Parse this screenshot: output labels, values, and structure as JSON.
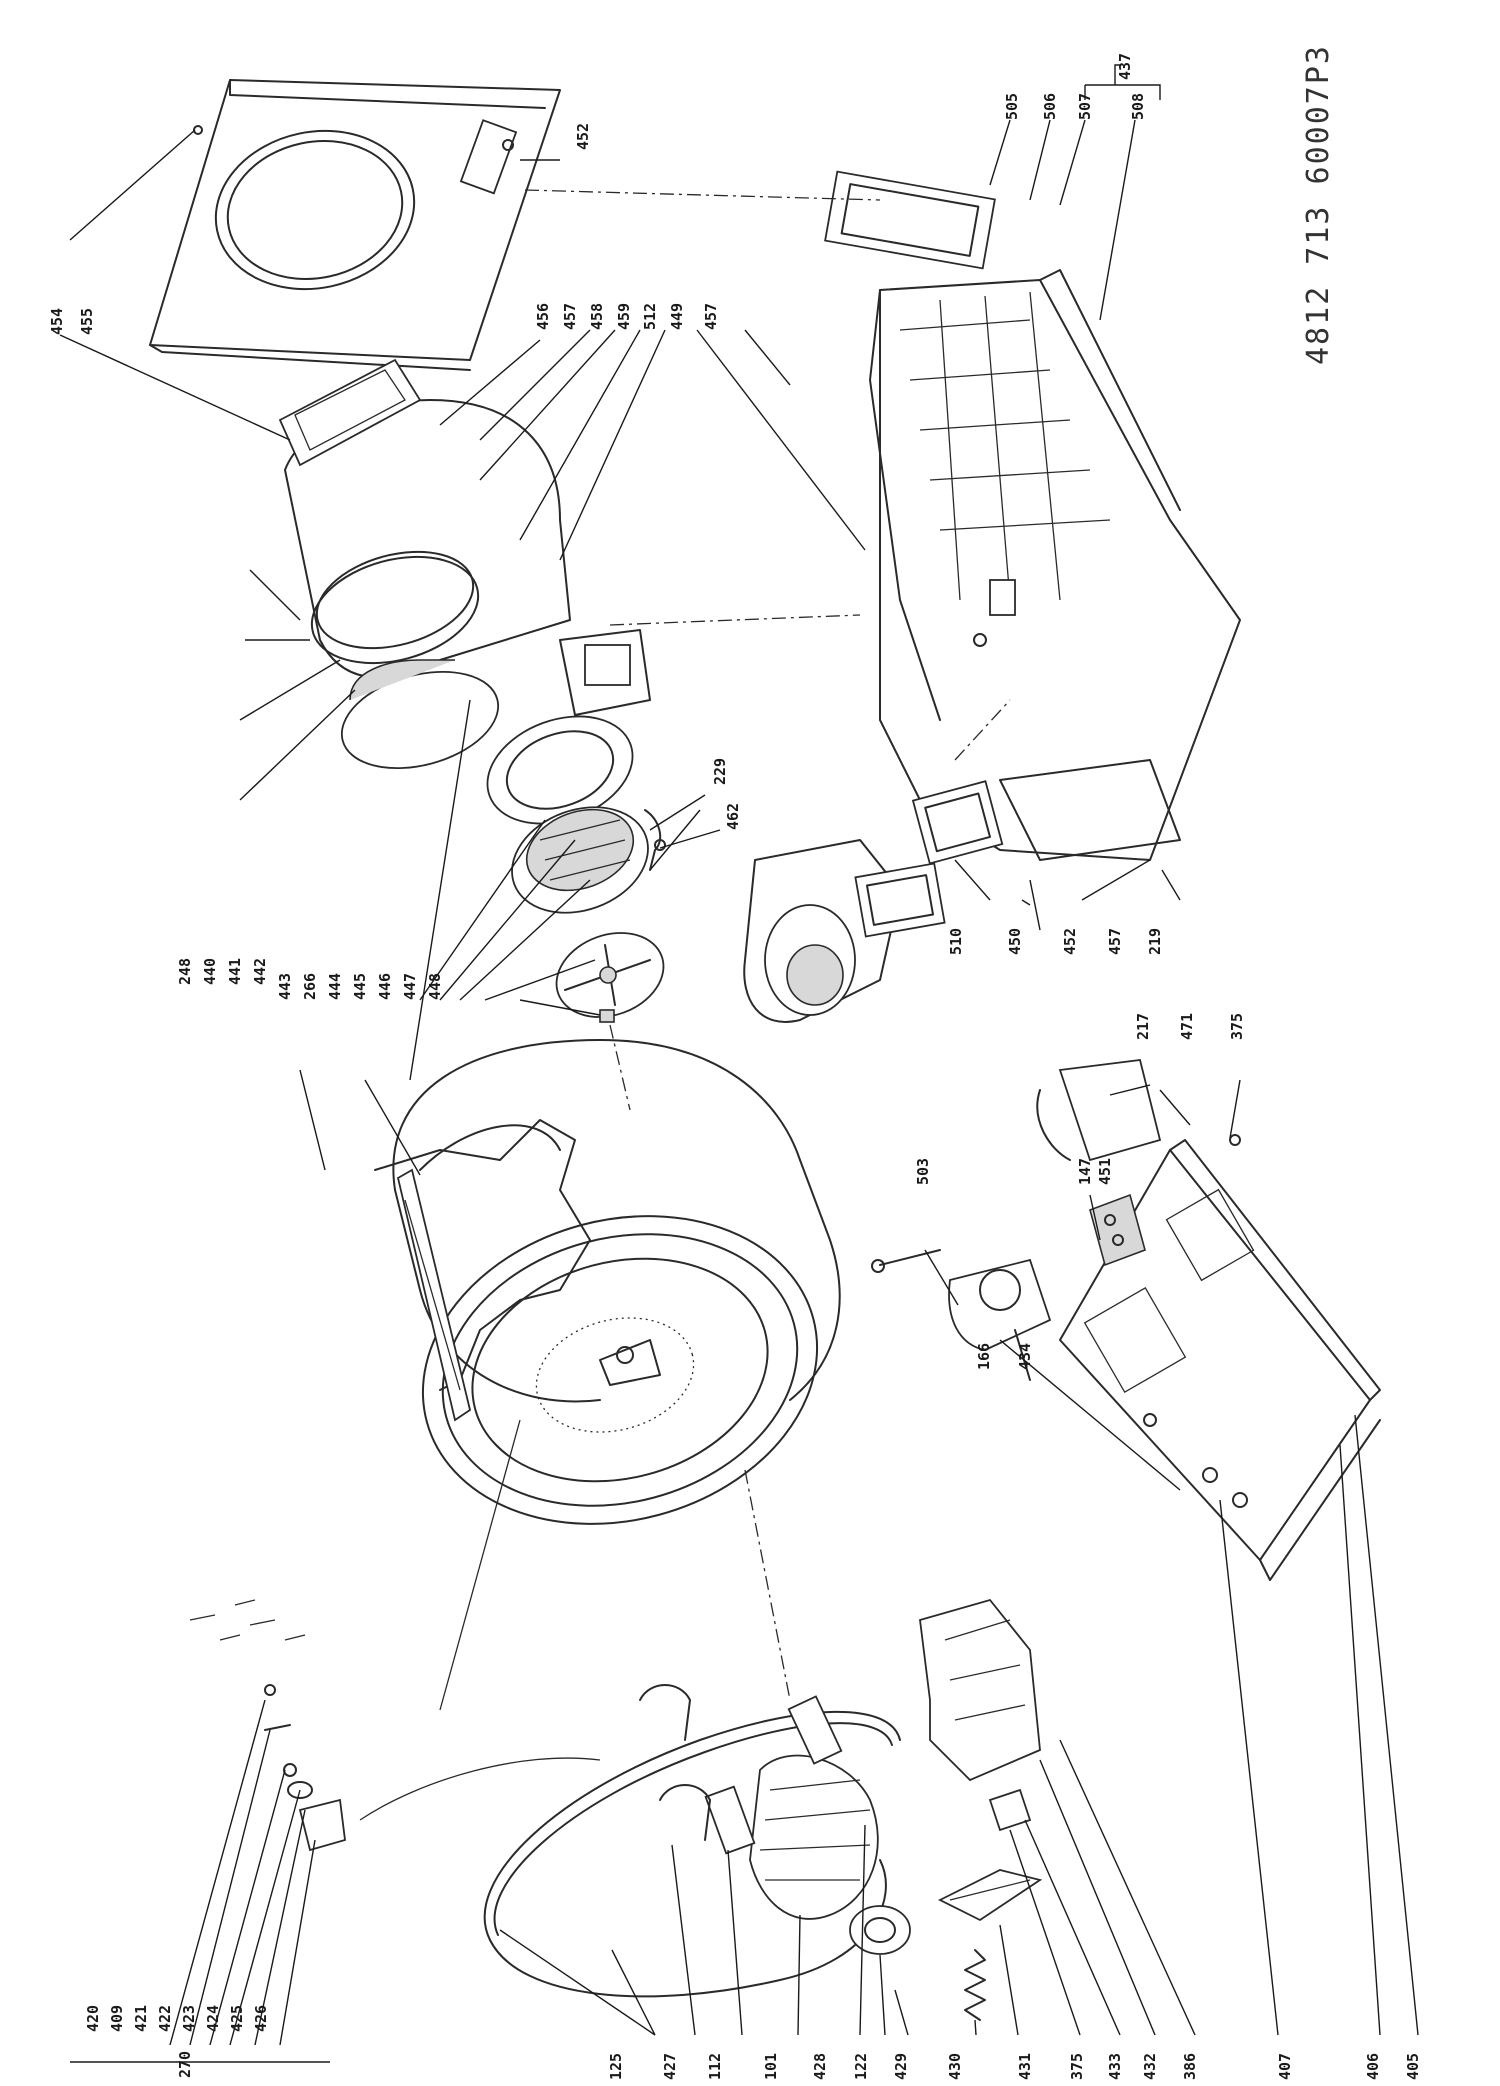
{
  "document_id": "4812 713 60007P3",
  "colors": {
    "ink": "#1a1a1a",
    "paper": "#ffffff"
  },
  "callouts": [
    {
      "id": "c270",
      "text": "270"
    },
    {
      "id": "c420",
      "text": "420"
    },
    {
      "id": "c409",
      "text": "409"
    },
    {
      "id": "c421",
      "text": "421"
    },
    {
      "id": "c422",
      "text": "422"
    },
    {
      "id": "c423",
      "text": "423"
    },
    {
      "id": "c424",
      "text": "424"
    },
    {
      "id": "c425",
      "text": "425"
    },
    {
      "id": "c426",
      "text": "426"
    },
    {
      "id": "c125",
      "text": "125"
    },
    {
      "id": "c427",
      "text": "427"
    },
    {
      "id": "c112",
      "text": "112"
    },
    {
      "id": "c101",
      "text": "101"
    },
    {
      "id": "c428",
      "text": "428"
    },
    {
      "id": "c122",
      "text": "122"
    },
    {
      "id": "c429",
      "text": "429"
    },
    {
      "id": "c430",
      "text": "430"
    },
    {
      "id": "c431",
      "text": "431"
    },
    {
      "id": "c375a",
      "text": "375"
    },
    {
      "id": "c433",
      "text": "433"
    },
    {
      "id": "c432",
      "text": "432"
    },
    {
      "id": "c386",
      "text": "386"
    },
    {
      "id": "c407",
      "text": "407"
    },
    {
      "id": "c406",
      "text": "406"
    },
    {
      "id": "c405",
      "text": "405"
    },
    {
      "id": "c434",
      "text": "434"
    },
    {
      "id": "c166",
      "text": "166"
    },
    {
      "id": "c503",
      "text": "503"
    },
    {
      "id": "c147",
      "text": "147"
    },
    {
      "id": "c451",
      "text": "451"
    },
    {
      "id": "c217",
      "text": "217"
    },
    {
      "id": "c471",
      "text": "471"
    },
    {
      "id": "c375b",
      "text": "375"
    },
    {
      "id": "c510",
      "text": "510"
    },
    {
      "id": "c450",
      "text": "450"
    },
    {
      "id": "c452a",
      "text": "452"
    },
    {
      "id": "c457a",
      "text": "457"
    },
    {
      "id": "c219",
      "text": "219"
    },
    {
      "id": "c248",
      "text": "248"
    },
    {
      "id": "c440",
      "text": "440"
    },
    {
      "id": "c441",
      "text": "441"
    },
    {
      "id": "c442",
      "text": "442"
    },
    {
      "id": "c443",
      "text": "443"
    },
    {
      "id": "c266",
      "text": "266"
    },
    {
      "id": "c444",
      "text": "444"
    },
    {
      "id": "c445",
      "text": "445"
    },
    {
      "id": "c446",
      "text": "446"
    },
    {
      "id": "c447",
      "text": "447"
    },
    {
      "id": "c448",
      "text": "448"
    },
    {
      "id": "c229",
      "text": "229"
    },
    {
      "id": "c462",
      "text": "462"
    },
    {
      "id": "c454",
      "text": "454"
    },
    {
      "id": "c455",
      "text": "455"
    },
    {
      "id": "c456",
      "text": "456"
    },
    {
      "id": "c457b",
      "text": "457"
    },
    {
      "id": "c458",
      "text": "458"
    },
    {
      "id": "c459",
      "text": "459"
    },
    {
      "id": "c512",
      "text": "512"
    },
    {
      "id": "c449",
      "text": "449"
    },
    {
      "id": "c457c",
      "text": "457"
    },
    {
      "id": "c452b",
      "text": "452"
    },
    {
      "id": "c437",
      "text": "437"
    },
    {
      "id": "c505",
      "text": "505"
    },
    {
      "id": "c506",
      "text": "506"
    },
    {
      "id": "c507",
      "text": "507"
    },
    {
      "id": "c508",
      "text": "508"
    }
  ]
}
